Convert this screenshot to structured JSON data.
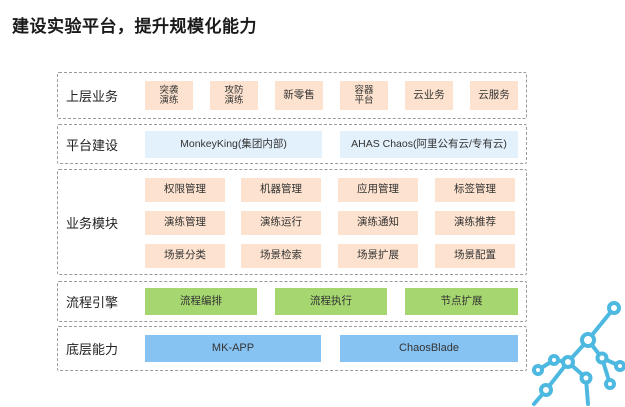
{
  "title": "建设实验平台，提升规模化能力",
  "layers": {
    "top": {
      "label": "上层业务",
      "items": [
        "突袭\n演练",
        "攻防\n演练",
        "新零售",
        "容器\n平台",
        "云业务",
        "云服务"
      ]
    },
    "platform": {
      "label": "平台建设",
      "items": [
        "MonkeyKing(集团内部)",
        "AHAS Chaos(阿里公有云/专有云)"
      ]
    },
    "modules": {
      "label": "业务模块",
      "items": [
        "权限管理",
        "机器管理",
        "应用管理",
        "标签管理",
        "演练管理",
        "演练运行",
        "演练通知",
        "演练推荐",
        "场景分类",
        "场景检索",
        "场景扩展",
        "场景配置"
      ]
    },
    "engine": {
      "label": "流程引擎",
      "items": [
        "流程编排",
        "流程执行",
        "节点扩展"
      ]
    },
    "base": {
      "label": "底层能力",
      "items": [
        "MK-APP",
        "ChaosBlade"
      ]
    }
  },
  "colors": {
    "peach": "#fde3cf",
    "light_blue": "#e3f1fd",
    "green": "#a6d66f",
    "blue": "#86c3f3",
    "logo": "#4db8e0"
  },
  "logo_icon": "molecule-network-icon"
}
